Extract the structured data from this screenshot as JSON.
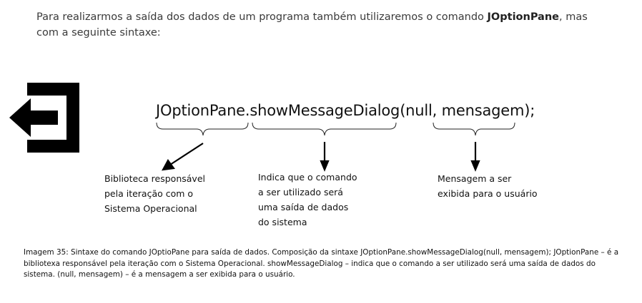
{
  "intro": {
    "part1": "Para realizarmos a saída dos dados de um programa também utilizaremos o comando ",
    "bold": "JOptionPane",
    "part2": ", mas com a seguinte sintaxe:"
  },
  "icon": {
    "name": "exit-icon",
    "color": "#000000"
  },
  "syntax": {
    "part1": "JOptionPane",
    "part2": ".showMessageDialog",
    "part3": "(null, mensagem);"
  },
  "notes": {
    "library": [
      "Biblioteca responsável",
      "pela iteração com o",
      "Sistema Operacional"
    ],
    "command": [
      "Indica que o comando",
      "a ser utilizado será",
      "uma saída de dados",
      "do sistema"
    ],
    "message": [
      "Mensagem a ser",
      "exibida para o usuário"
    ]
  },
  "caption": "Imagem 35: Sintaxe do comando JOptioPane para saída de dados. Composição da sintaxe JOptionPane.showMessageDialog(null, mensagem); JOptionPane – é a bibliotexa responsável pela iteração com o Sistema Operacional. showMessageDialog – indica que o comando a ser utilizado será uma saída de dados do sistema. (null, mensagem) – é a mensagem a ser exibida para o usuário."
}
